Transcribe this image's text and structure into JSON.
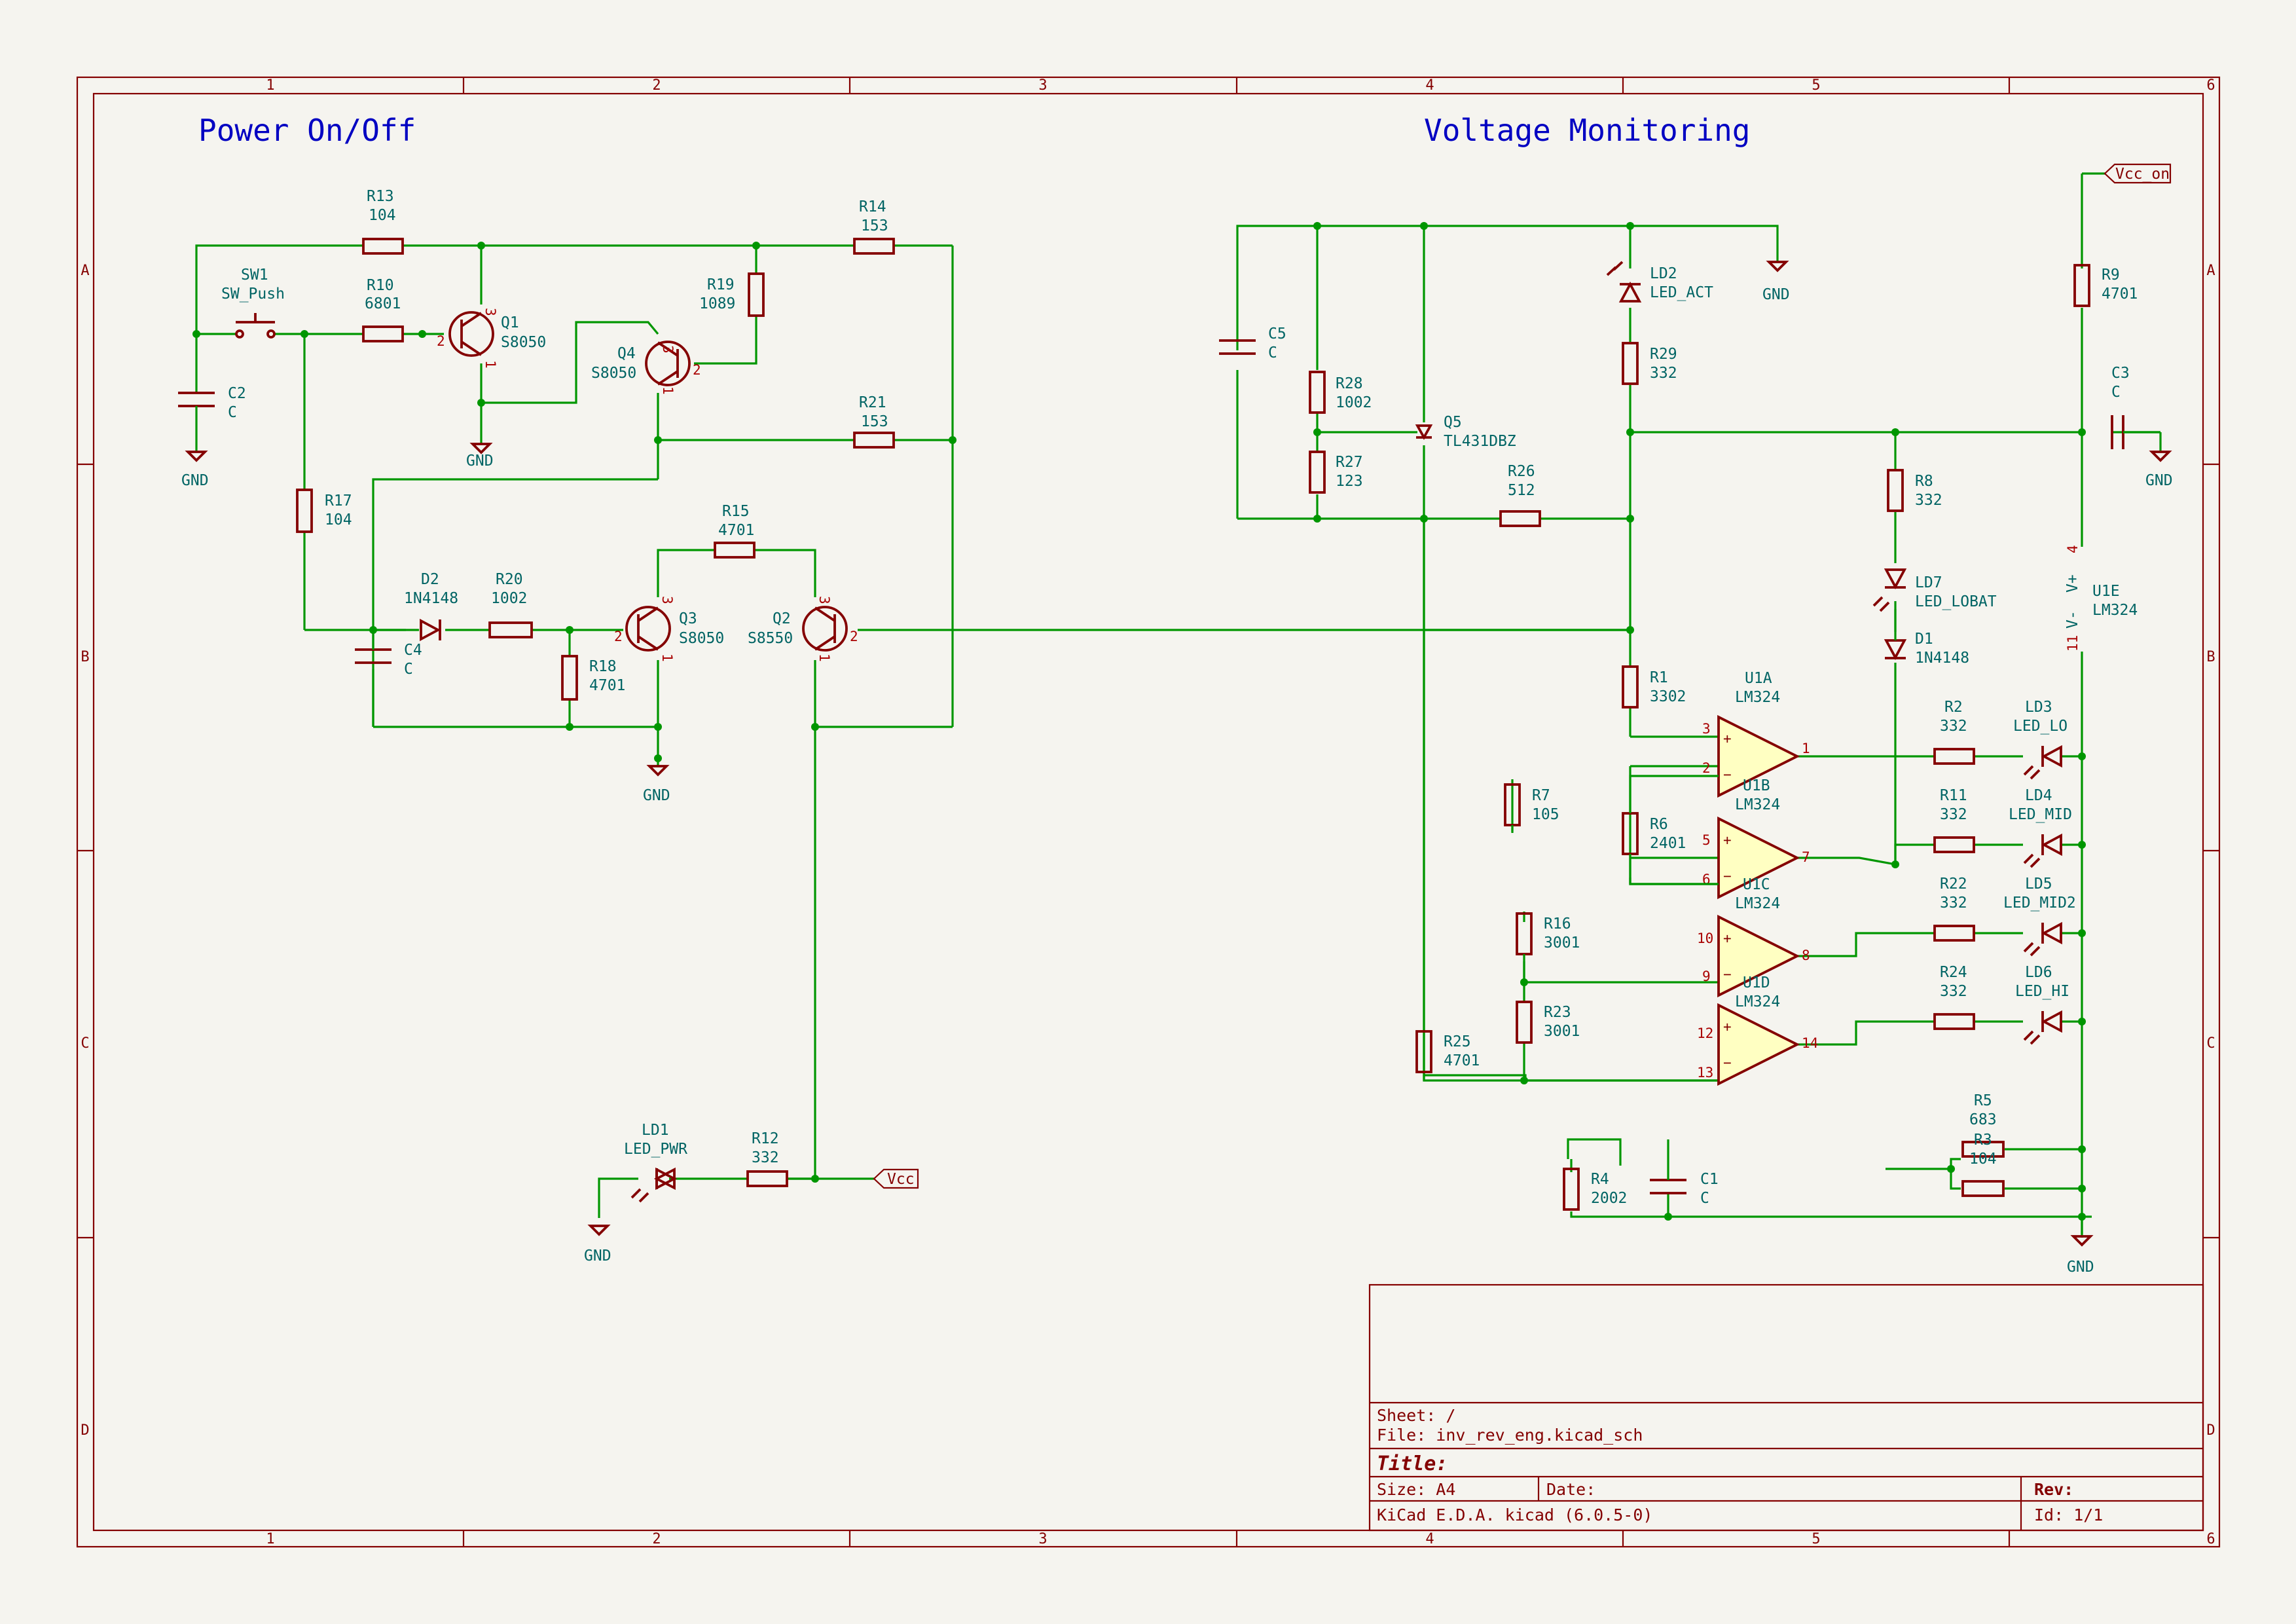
{
  "notes": {
    "power": "Power On/Off",
    "voltage": "Voltage Monitoring"
  },
  "border": {
    "columns": [
      "1",
      "2",
      "3",
      "4",
      "5",
      "6"
    ],
    "rows": [
      "A",
      "B",
      "C",
      "D"
    ]
  },
  "title_block": {
    "sheet": "Sheet: /",
    "file": "File: inv_rev_eng.kicad_sch",
    "title": "Title:",
    "size": "Size: A4",
    "date": "Date:",
    "rev": "Rev:",
    "tool": "KiCad E.D.A.  kicad (6.0.5-0)",
    "id": "Id: 1/1"
  },
  "net_labels": {
    "vcc_on": "Vcc_on",
    "vcc": "Vcc"
  },
  "gnd": "GND",
  "components": {
    "R13": {
      "ref": "R13",
      "val": "104"
    },
    "R10": {
      "ref": "R10",
      "val": "6801"
    },
    "SW1": {
      "ref": "SW1",
      "val": "SW_Push"
    },
    "Q1": {
      "ref": "Q1",
      "val": "S8050"
    },
    "Q4": {
      "ref": "Q4",
      "val": "S8050"
    },
    "R19": {
      "ref": "R19",
      "val": "1089"
    },
    "R14": {
      "ref": "R14",
      "val": "153"
    },
    "R21": {
      "ref": "R21",
      "val": "153"
    },
    "C2": {
      "ref": "C2",
      "val": "C"
    },
    "R17": {
      "ref": "R17",
      "val": "104"
    },
    "D2": {
      "ref": "D2",
      "val": "1N4148"
    },
    "R20": {
      "ref": "R20",
      "val": "1002"
    },
    "C4": {
      "ref": "C4",
      "val": "C"
    },
    "R18": {
      "ref": "R18",
      "val": "4701"
    },
    "Q3": {
      "ref": "Q3",
      "val": "S8050"
    },
    "R15": {
      "ref": "R15",
      "val": "4701"
    },
    "Q2": {
      "ref": "Q2",
      "val": "S8550"
    },
    "LD1": {
      "ref": "LD1",
      "val": "LED_PWR"
    },
    "R12": {
      "ref": "R12",
      "val": "332"
    },
    "C5": {
      "ref": "C5",
      "val": "C"
    },
    "R28": {
      "ref": "R28",
      "val": "1002"
    },
    "R27": {
      "ref": "R27",
      "val": "123"
    },
    "Q5": {
      "ref": "Q5",
      "val": "TL431DBZ"
    },
    "R26": {
      "ref": "R26",
      "val": "512"
    },
    "LD2": {
      "ref": "LD2",
      "val": "LED_ACT"
    },
    "R29": {
      "ref": "R29",
      "val": "332"
    },
    "R9": {
      "ref": "R9",
      "val": "4701"
    },
    "C3": {
      "ref": "C3",
      "val": "C"
    },
    "R8": {
      "ref": "R8",
      "val": "332"
    },
    "LD7": {
      "ref": "LD7",
      "val": "LED_LOBAT"
    },
    "D1": {
      "ref": "D1",
      "val": "1N4148"
    },
    "U1E": {
      "ref": "U1E",
      "val": "LM324"
    },
    "R1": {
      "ref": "R1",
      "val": "3302"
    },
    "U1A": {
      "ref": "U1A",
      "val": "LM324"
    },
    "U1B": {
      "ref": "U1B",
      "val": "LM324"
    },
    "U1C": {
      "ref": "U1C",
      "val": "LM324"
    },
    "U1D": {
      "ref": "U1D",
      "val": "LM324"
    },
    "R2": {
      "ref": "R2",
      "val": "332"
    },
    "LD3": {
      "ref": "LD3",
      "val": "LED_LO"
    },
    "R11": {
      "ref": "R11",
      "val": "332"
    },
    "LD4": {
      "ref": "LD4",
      "val": "LED_MID"
    },
    "R22": {
      "ref": "R22",
      "val": "332"
    },
    "LD5": {
      "ref": "LD5",
      "val": "LED_MID2"
    },
    "R24": {
      "ref": "R24",
      "val": "332"
    },
    "LD6": {
      "ref": "LD6",
      "val": "LED_HI"
    },
    "R7": {
      "ref": "R7",
      "val": "105"
    },
    "R6": {
      "ref": "R6",
      "val": "2401"
    },
    "R16": {
      "ref": "R16",
      "val": "3001"
    },
    "R23": {
      "ref": "R23",
      "val": "3001"
    },
    "R25": {
      "ref": "R25",
      "val": "4701"
    },
    "R5": {
      "ref": "R5",
      "val": "683"
    },
    "R3": {
      "ref": "R3",
      "val": "104"
    },
    "R4": {
      "ref": "R4",
      "val": "2002"
    },
    "C1": {
      "ref": "C1",
      "val": "C"
    }
  },
  "pins": {
    "q1_b": "2",
    "q1_c": "3",
    "q1_e": "1",
    "q4_b": "2",
    "q4_c": "3",
    "q4_e": "1",
    "q3_b": "2",
    "q3_c": "3",
    "q3_e": "1",
    "q2_b": "2",
    "q2_c": "3",
    "q2_e": "1",
    "u1a_p": "3",
    "u1a_n": "2",
    "u1a_o": "1",
    "u1b_p": "5",
    "u1b_n": "6",
    "u1b_o": "7",
    "u1c_p": "10",
    "u1c_n": "9",
    "u1c_o": "8",
    "u1d_p": "12",
    "u1d_n": "13",
    "u1d_o": "14",
    "u1e_vp": "4",
    "u1e_vm": "11",
    "u1e_vplus": "V+",
    "u1e_vminus": "V-"
  }
}
